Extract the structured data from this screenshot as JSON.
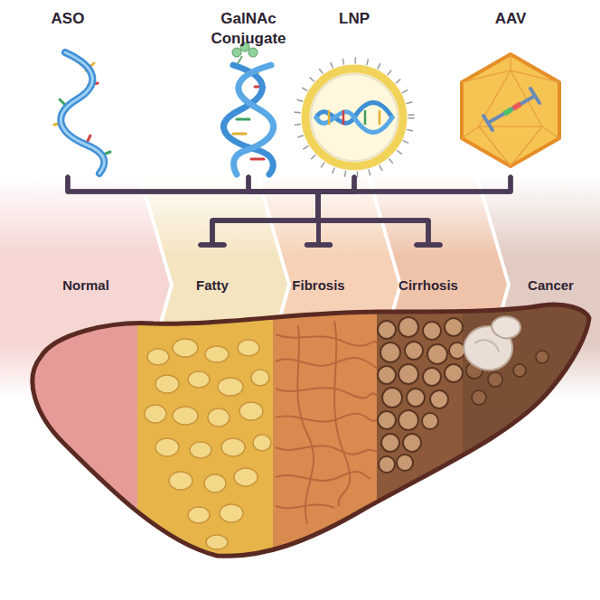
{
  "diagram": {
    "nodes": [
      {
        "text": [
          "ASO"
        ]
      },
      {
        "text": [
          "GalNAc Conjugate"
        ]
      },
      {
        "text": [
          "LNP"
        ]
      },
      {
        "text": [
          "AAV"
        ]
      },
      {
        "text": [
          "Normal"
        ]
      },
      {
        "text": [
          "Fatty"
        ]
      },
      {
        "text": [
          "Fibrosis"
        ]
      },
      {
        "text": [
          "Cirrhosis"
        ]
      },
      {
        "text": [
          "Cancer"
        ]
      }
    ],
    "edges": [
      {
        "from": 0,
        "to": 5,
        "arrow": "to"
      },
      {
        "from": 0,
        "to": 6,
        "arrow": "to"
      },
      {
        "from": 0,
        "to": 7,
        "arrow": "to"
      },
      {
        "from": 1,
        "to": 5,
        "arrow": "to"
      },
      {
        "from": 1,
        "to": 6,
        "arrow": "to"
      },
      {
        "from": 1,
        "to": 7,
        "arrow": "to"
      },
      {
        "from": 2,
        "to": 5,
        "arrow": "to"
      },
      {
        "from": 2,
        "to": 6,
        "arrow": "to"
      },
      {
        "from": 2,
        "to": 7,
        "arrow": "to"
      },
      {
        "from": 3,
        "to": 5,
        "arrow": "to"
      },
      {
        "from": 3,
        "to": 6,
        "arrow": "to"
      },
      {
        "from": 3,
        "to": 7,
        "arrow": "to"
      }
    ]
  }
}
